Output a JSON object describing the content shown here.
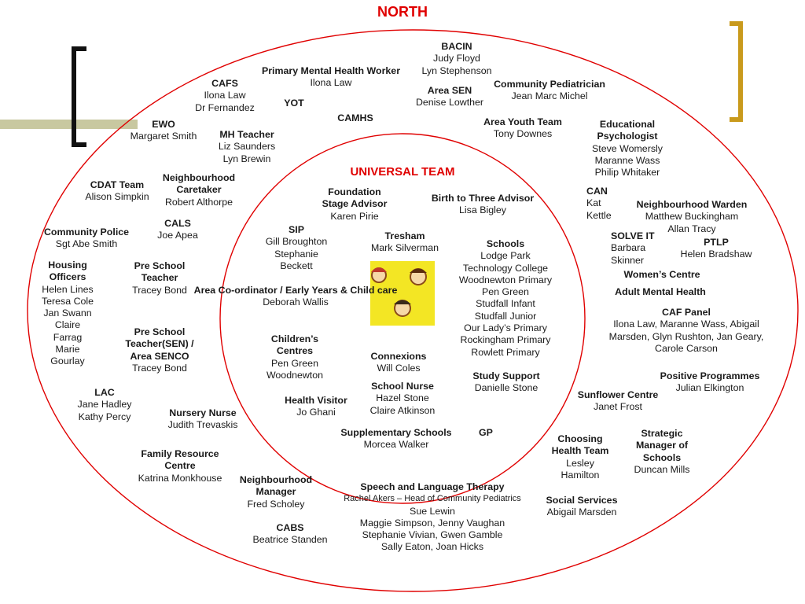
{
  "title": "NORTH",
  "universal_title": "UNIVERSAL TEAM",
  "colors": {
    "ring": "#e00000",
    "title": "#e00000",
    "bracket_left": "#111111",
    "bracket_right": "#c99a1c",
    "stripe": "#c8c8a0",
    "face_bg": "#f3e624"
  },
  "outer_entries": [
    {
      "id": "bacin",
      "title": "BACIN",
      "lines": [
        "Judy Floyd",
        "Lyn Stephenson"
      ]
    },
    {
      "id": "pmhw",
      "title": "Primary Mental Health Worker",
      "lines": [
        "Ilona Law"
      ]
    },
    {
      "id": "area-sen",
      "title": "Area SEN",
      "lines": [
        "Denise Lowther"
      ]
    },
    {
      "id": "comm-ped",
      "title": "Community Pediatrician",
      "lines": [
        "Jean Marc Michel"
      ]
    },
    {
      "id": "cafs",
      "title": "CAFS",
      "lines": [
        "Ilona Law",
        "Dr Fernandez"
      ]
    },
    {
      "id": "yot",
      "title": "YOT",
      "lines": []
    },
    {
      "id": "camhs",
      "title": "CAMHS",
      "lines": []
    },
    {
      "id": "area-youth",
      "title": "Area Youth Team",
      "lines": [
        "Tony Downes"
      ]
    },
    {
      "id": "ed-psych",
      "title": "Educational Psychologist",
      "lines": [
        "Steve Womersly",
        "Maranne Wass",
        "Philip Whitaker"
      ]
    },
    {
      "id": "ewo",
      "title": "EWO",
      "lines": [
        "Margaret Smith"
      ]
    },
    {
      "id": "mh-teacher",
      "title": "MH Teacher",
      "lines": [
        "Liz Saunders",
        "Lyn Brewin"
      ]
    },
    {
      "id": "nbhd-caretaker",
      "title": "Neighbourhood Caretaker",
      "lines": [
        "Robert Althorpe"
      ]
    },
    {
      "id": "cdat",
      "title": "CDAT Team",
      "lines": [
        "Alison Simpkin"
      ]
    },
    {
      "id": "cals",
      "title": "CALS",
      "lines": [
        "Joe Apea"
      ]
    },
    {
      "id": "comm-police",
      "title": "Community Police",
      "lines": [
        "Sgt Abe Smith"
      ]
    },
    {
      "id": "housing",
      "title": "Housing Officers",
      "lines": [
        "Helen Lines",
        "Teresa Cole",
        "Jan Swann",
        "Claire Farrag",
        "Marie Gourlay"
      ]
    },
    {
      "id": "preschool-teacher",
      "title": "Pre School Teacher",
      "lines": [
        "Tracey Bond"
      ]
    },
    {
      "id": "preschool-sen",
      "title": "Pre School Teacher(SEN) / Area SENCO",
      "lines": [
        "Tracey Bond"
      ]
    },
    {
      "id": "lac",
      "title": "LAC",
      "lines": [
        "Jane Hadley",
        "Kathy Percy"
      ]
    },
    {
      "id": "nursery-nurse",
      "title": "Nursery Nurse",
      "lines": [
        "Judith Trevaskis"
      ]
    },
    {
      "id": "family-resource",
      "title": "Family Resource Centre",
      "lines": [
        "Katrina Monkhouse"
      ]
    },
    {
      "id": "nbhd-manager",
      "title": "Neighbourhood Manager",
      "lines": [
        "Fred Scholey"
      ]
    },
    {
      "id": "cabs",
      "title": "CABS",
      "lines": [
        "Beatrice Standen"
      ]
    },
    {
      "id": "speech-lang",
      "title": "Speech and Language Therapy",
      "lines": [
        "Rachel Akers – Head of Community Pediatrics",
        "Sue Lewin",
        "Maggie Simpson, Jenny Vaughan",
        "Stephanie Vivian, Gwen Gamble",
        "Sally Eaton, Joan Hicks"
      ]
    },
    {
      "id": "can",
      "title": "CAN",
      "lines": [
        "Kat",
        "Kettle"
      ]
    },
    {
      "id": "nbhd-warden",
      "title": "Neighbourhood Warden",
      "lines": [
        "Matthew Buckingham",
        "Allan Tracy"
      ]
    },
    {
      "id": "solve-it",
      "title": "SOLVE IT",
      "lines": [
        "Barbara",
        "Skinner"
      ]
    },
    {
      "id": "ptlp",
      "title": "PTLP",
      "lines": [
        "Helen Bradshaw"
      ]
    },
    {
      "id": "womens-centre",
      "title": "Women’s Centre",
      "lines": []
    },
    {
      "id": "adult-mh",
      "title": "Adult Mental Health",
      "lines": []
    },
    {
      "id": "caf-panel",
      "title": "CAF Panel",
      "lines": [
        "Ilona Law, Maranne Wass, Abigail",
        "Marsden, Glyn Rushton, Jan Geary,",
        "Carole Carson"
      ]
    },
    {
      "id": "positive-prog",
      "title": "Positive Programmes",
      "lines": [
        "Julian Elkington"
      ]
    },
    {
      "id": "sunflower",
      "title": "Sunflower Centre",
      "lines": [
        "Janet Frost"
      ]
    },
    {
      "id": "choosing-health",
      "title": "Choosing Health Team",
      "lines": [
        "Lesley",
        "Hamilton"
      ]
    },
    {
      "id": "strategic-mgr",
      "title": "Strategic Manager of Schools",
      "lines": [
        "Duncan Mills"
      ]
    },
    {
      "id": "social-services",
      "title": "Social Services",
      "lines": [
        "Abigail Marsden"
      ]
    }
  ],
  "inner_entries": [
    {
      "id": "foundation",
      "title": "Foundation Stage Advisor",
      "lines": [
        "Karen Pirie"
      ]
    },
    {
      "id": "birth-three",
      "title": "Birth to Three Advisor",
      "lines": [
        "Lisa Bigley"
      ]
    },
    {
      "id": "sip",
      "title": "SIP",
      "lines": [
        "Gill Broughton",
        "Stephanie",
        "Beckett"
      ]
    },
    {
      "id": "tresham",
      "title": "Tresham",
      "lines": [
        "Mark Silverman"
      ]
    },
    {
      "id": "schools",
      "title": "Schools",
      "lines": [
        "Lodge Park",
        "Technology College",
        "Woodnewton Primary",
        "Pen Green",
        "Studfall Infant",
        "Studfall Junior",
        "Our Lady’s Primary",
        "Rockingham Primary",
        "Rowlett Primary"
      ]
    },
    {
      "id": "area-coord",
      "title": "Area Co-ordinator / Early Years & Child care",
      "lines": [
        "Deborah Wallis"
      ]
    },
    {
      "id": "childrens-centres",
      "title": "Children’s Centres",
      "lines": [
        "Pen Green",
        "Woodnewton"
      ]
    },
    {
      "id": "connexions",
      "title": "Connexions",
      "lines": [
        "Will Coles"
      ]
    },
    {
      "id": "study-support",
      "title": "Study Support",
      "lines": [
        "Danielle Stone"
      ]
    },
    {
      "id": "school-nurse",
      "title": "School Nurse",
      "lines": [
        "Hazel Stone",
        "Claire Atkinson"
      ]
    },
    {
      "id": "health-visitor",
      "title": "Health Visitor",
      "lines": [
        "Jo Ghani"
      ]
    },
    {
      "id": "supp-schools",
      "title": "Supplementary Schools",
      "lines": [
        "Morcea Walker"
      ]
    },
    {
      "id": "gp",
      "title": "GP",
      "lines": []
    }
  ]
}
